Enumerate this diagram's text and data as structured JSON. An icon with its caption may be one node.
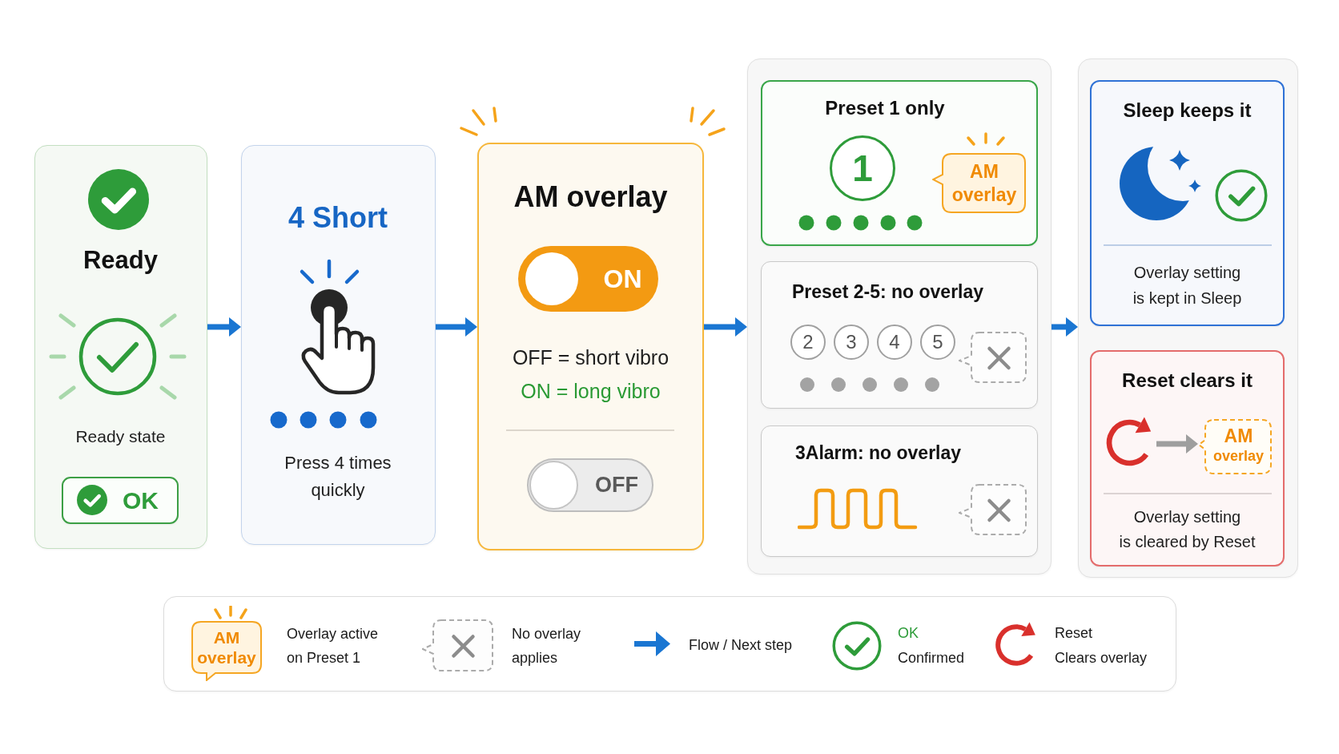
{
  "diagram": {
    "nodes": [
      {
        "text": [
          "Ready",
          "Ready state"
        ]
      },
      {
        "text": [
          "OK"
        ],
        "in": 0
      },
      {
        "text": [
          "4 Short",
          "Press 4 times quickly"
        ]
      },
      {
        "text": [
          "AM overlay",
          "OFF = short vibro",
          "ON = long vibro"
        ]
      },
      {
        "text": [
          "ON"
        ],
        "in": 3
      },
      {
        "text": [
          "OFF"
        ],
        "in": 3
      },
      {
        "text": [],
        "shape": "box"
      },
      {
        "text": [
          "Preset 1 only"
        ],
        "in": 6
      },
      {
        "text": [
          "1"
        ],
        "in": 7
      },
      {
        "text": [
          "AM overlay"
        ],
        "in": 7
      },
      {
        "text": [
          "Preset 2-5: no overlay"
        ],
        "in": 6
      },
      {
        "text": [
          "2"
        ],
        "in": 10
      },
      {
        "text": [
          "3"
        ],
        "in": 10
      },
      {
        "text": [
          "4"
        ],
        "in": 10
      },
      {
        "text": [
          "5"
        ],
        "in": 10
      },
      {
        "text": [
          "3Alarm: no overlay"
        ],
        "in": 6
      },
      {
        "text": [],
        "shape": "box"
      },
      {
        "text": [
          "Sleep keeps it",
          "Overlay setting is kept in Sleep"
        ],
        "in": 16
      },
      {
        "text": [
          "Reset clears it",
          "Overlay setting is cleared by Reset"
        ],
        "in": 16
      },
      {
        "text": [],
        "shape": "picture",
        "in": 18
      },
      {
        "text": [
          "AM overlay"
        ],
        "in": 18
      },
      {
        "text": [
          "AM overlay"
        ]
      }
    ],
    "edges": [
      {
        "from": 0,
        "to": 2,
        "arrow": "to"
      },
      {
        "from": 2,
        "to": 3,
        "arrow": "to"
      },
      {
        "from": 3,
        "to": 6,
        "arrow": "to"
      },
      {
        "from": 6,
        "to": 16,
        "arrow": "to"
      },
      {
        "from": 19,
        "to": 20,
        "arrow": "to",
        "color": "#9e9e9e"
      }
    ],
    "legend": [
      {
        "text": "Overlay active on Preset 1"
      },
      {
        "text": "No overlay applies"
      },
      {
        "text": "Flow / Next step"
      },
      {
        "text": "OK Confirmed"
      },
      {
        "text": "Reset Clears overlay"
      }
    ]
  }
}
